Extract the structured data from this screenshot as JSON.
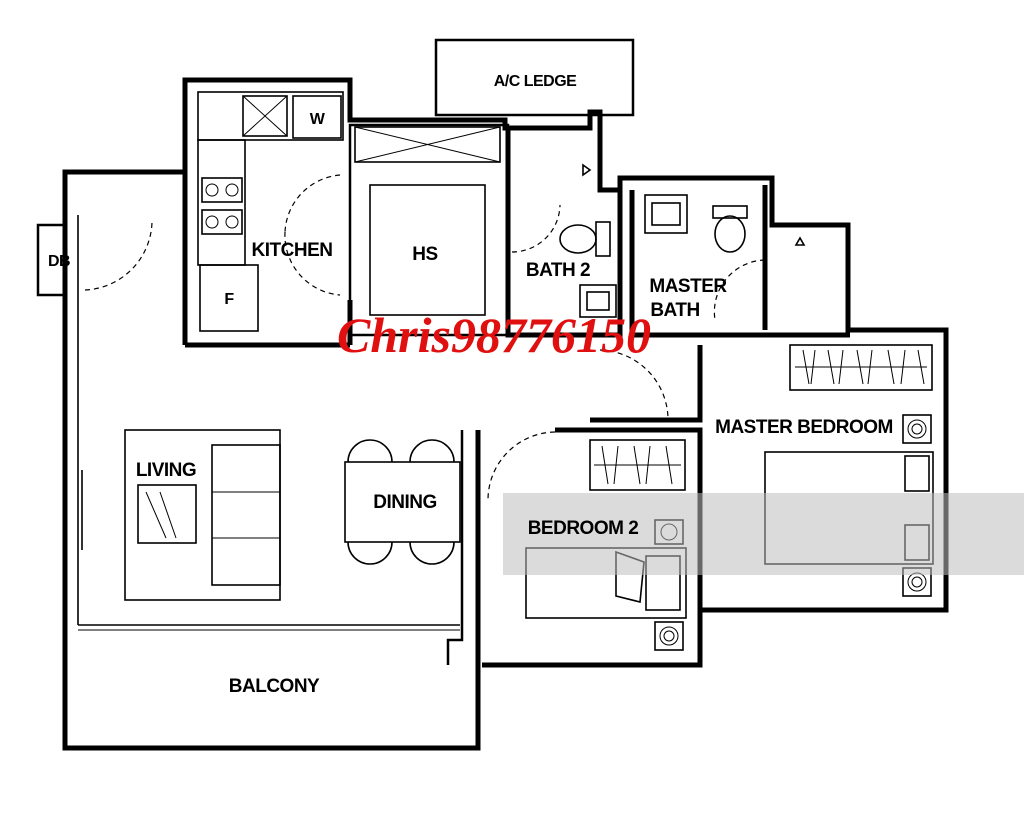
{
  "rooms": {
    "ac_ledge": "A/C LEDGE",
    "washer": "W",
    "kitchen": "KITCHEN",
    "hs": "HS",
    "db": "DB",
    "fridge": "F",
    "bath2": "BATH 2",
    "master_bath_line1": "MASTER",
    "master_bath_line2": "BATH",
    "living": "LIVING",
    "dining": "DINING",
    "bedroom2": "BEDROOM 2",
    "master_bedroom": "MASTER BEDROOM",
    "balcony": "BALCONY"
  },
  "watermark": {
    "text": "Chris98776150",
    "color": "#e01010"
  },
  "icons": {
    "door_swing": "door-swing-arc",
    "toilet": "toilet-icon",
    "sink": "sink-icon",
    "stove": "stove-burner-icon",
    "wardrobe": "wardrobe-hanger-icon",
    "bed": "bed-icon",
    "sofa": "sofa-icon",
    "armchair": "armchair-icon",
    "dining_table": "dining-table-icon",
    "lamp": "lamp-icon"
  }
}
